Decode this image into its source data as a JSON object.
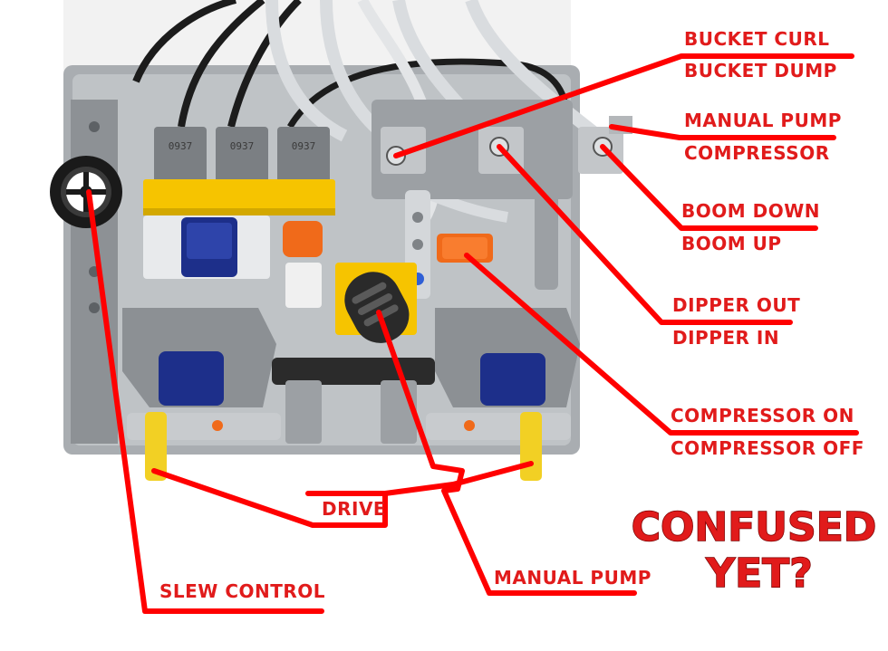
{
  "labels": {
    "bucket_curl": "BUCKET CURL",
    "bucket_dump": "BUCKET DUMP",
    "manual_pump_valve": "MANUAL PUMP",
    "compressor_valve": "COMPRESSOR",
    "boom_down": "BOOM DOWN",
    "boom_up": "BOOM UP",
    "dipper_out": "DIPPER OUT",
    "dipper_in": "DIPPER IN",
    "compressor_on": "COMPRESSOR ON",
    "compressor_off": "COMPRESSOR OFF",
    "drive": "DRIVE",
    "manual_pump": "MANUAL PUMP",
    "slew_control": "SLEW CONTROL",
    "confused": "CONFUSED",
    "yet": "YET?"
  },
  "motor_codes": [
    "0937",
    "0937",
    "0937"
  ],
  "colors": {
    "annotation": "#e11b1b",
    "line": "#ff0000",
    "lego_gray": "#9ea3a7",
    "lego_dark": "#2a2a2a",
    "lego_yellow": "#f6c400",
    "lego_orange": "#f06a1a",
    "lego_blue": "#1d2f8a"
  }
}
